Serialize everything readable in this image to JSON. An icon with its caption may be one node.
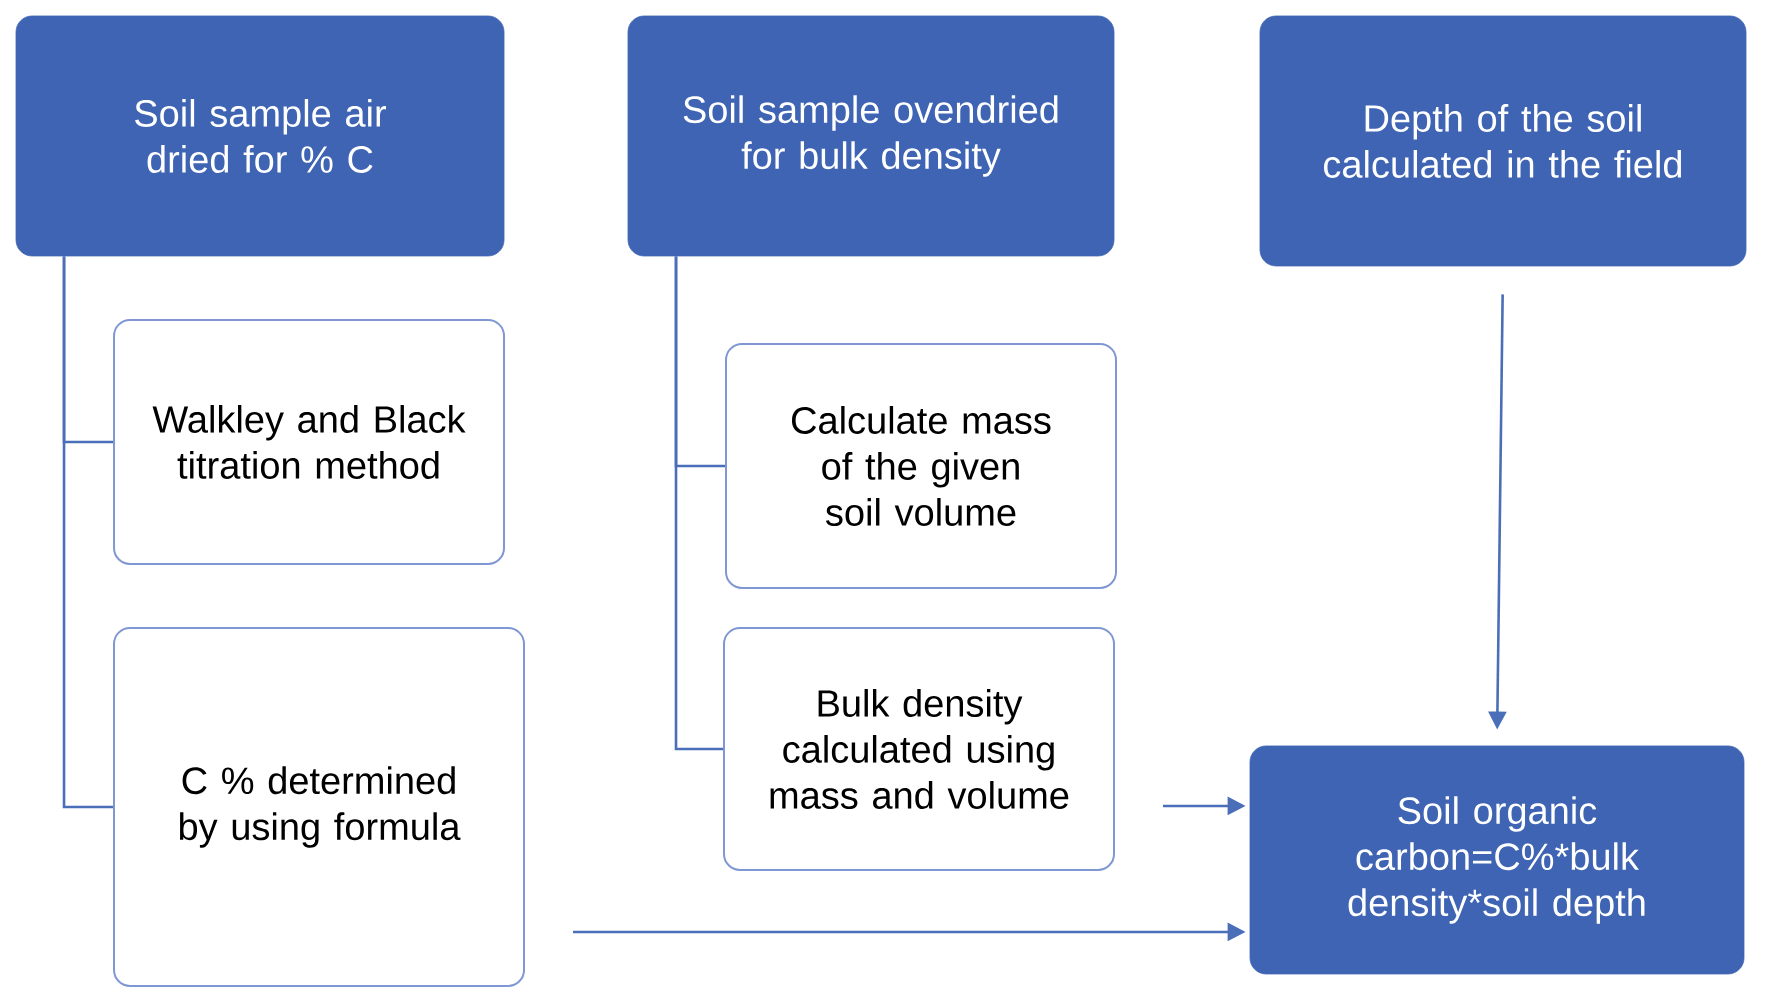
{
  "diagram": {
    "nodes": [
      {
        "text": [
          "Soil sample air dried for % C"
        ]
      },
      {
        "text": [
          "Walkley and Black titration method"
        ]
      },
      {
        "text": [
          "C % determined by using formula"
        ]
      },
      {
        "text": [
          "Soil sample ovendried for bulk density"
        ]
      },
      {
        "text": [
          "Calculate mass of the given soil volume"
        ]
      },
      {
        "text": [
          "Bulk density calculated using mass and volume"
        ]
      },
      {
        "text": [
          "Depth of the soil calculated in the field"
        ]
      },
      {
        "text": [
          "Soil organic carbon=C%*bulk density*soil depth"
        ]
      }
    ],
    "edges": [
      {
        "from": 0,
        "to": 1,
        "arrow": "none"
      },
      {
        "from": 0,
        "to": 2,
        "arrow": "none"
      },
      {
        "from": 3,
        "to": 4,
        "arrow": "none"
      },
      {
        "from": 3,
        "to": 5,
        "arrow": "none"
      },
      {
        "from": 6,
        "to": 7,
        "arrow": "to"
      },
      {
        "from": 5,
        "to": 7,
        "arrow": "to"
      },
      {
        "from": 2,
        "to": 7,
        "arrow": "to"
      }
    ]
  }
}
